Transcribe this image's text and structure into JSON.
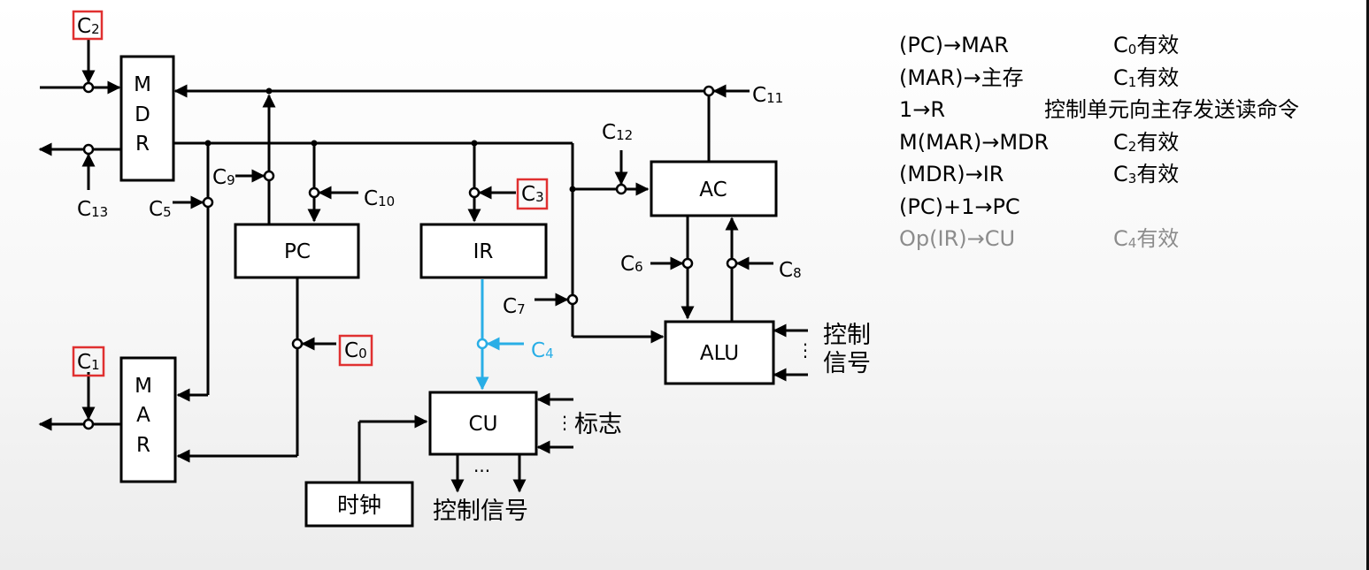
{
  "colors": {
    "line": "#000000",
    "highlight": "#29aee6",
    "callout": "#e03030",
    "muted": "#8c8c8c"
  },
  "blocks": {
    "mdr": [
      "M",
      "D",
      "R"
    ],
    "mar": [
      "M",
      "A",
      "R"
    ],
    "pc": "PC",
    "ir": "IR",
    "ac": "AC",
    "alu": "ALU",
    "cu": "CU",
    "clock": "时钟"
  },
  "labels": {
    "alu_control_1": "控制",
    "alu_control_2": "信号",
    "cu_flags": "标志",
    "cu_control": "控制信号",
    "cu_outputs_ellipsis": "···",
    "vertical_ellipsis": "⋮"
  },
  "signals": {
    "c0": {
      "letter": "C",
      "sub": "0"
    },
    "c1": {
      "letter": "C",
      "sub": "1"
    },
    "c2": {
      "letter": "C",
      "sub": "2"
    },
    "c3": {
      "letter": "C",
      "sub": "3"
    },
    "c4": {
      "letter": "C",
      "sub": "4"
    },
    "c5": {
      "letter": "C",
      "sub": "5"
    },
    "c6": {
      "letter": "C",
      "sub": "6"
    },
    "c7": {
      "letter": "C",
      "sub": "7"
    },
    "c8": {
      "letter": "C",
      "sub": "8"
    },
    "c9": {
      "letter": "C",
      "sub": "9"
    },
    "c10": {
      "letter": "C",
      "sub": "10"
    },
    "c11": {
      "letter": "C",
      "sub": "11"
    },
    "c12": {
      "letter": "C",
      "sub": "12"
    },
    "c13": {
      "letter": "C",
      "sub": "13"
    }
  },
  "steps": [
    {
      "op": "(PC)→MAR",
      "ctl_prefix": "C",
      "ctl_sub": "0",
      "ctl_suffix": "有效"
    },
    {
      "op": "(MAR)→主存",
      "ctl_prefix": "C",
      "ctl_sub": "1",
      "ctl_suffix": "有效"
    },
    {
      "op": "1→R",
      "ctl_prefix": "",
      "ctl_sub": "",
      "ctl_suffix": "控制单元向主存发送读命令"
    },
    {
      "op": "M(MAR)→MDR",
      "ctl_prefix": "C",
      "ctl_sub": "2",
      "ctl_suffix": "有效"
    },
    {
      "op": "(MDR)→IR",
      "ctl_prefix": "C",
      "ctl_sub": "3",
      "ctl_suffix": "有效"
    },
    {
      "op": "(PC)+1→PC",
      "ctl_prefix": "",
      "ctl_sub": "",
      "ctl_suffix": ""
    },
    {
      "op": "Op(IR)→CU",
      "ctl_prefix": "C",
      "ctl_sub": "4",
      "ctl_suffix": "有效"
    }
  ]
}
